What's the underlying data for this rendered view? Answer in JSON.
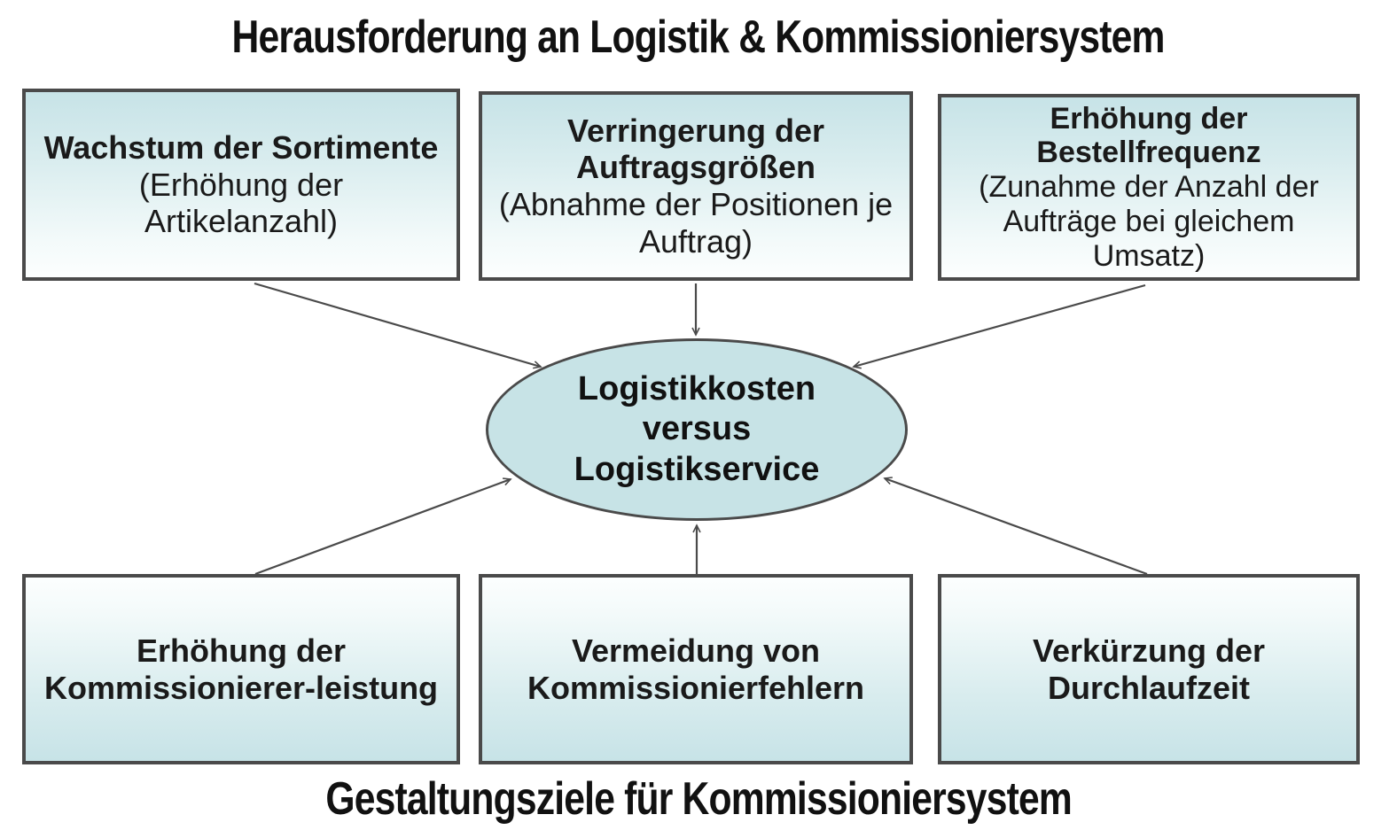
{
  "titles": {
    "top": "Herausforderung an Logistik & Kommissioniersystem",
    "bottom": "Gestaltungsziele für Kommissioniersystem"
  },
  "center_ellipse": {
    "text": "Logistikkosten\nversus\nLogistikservice"
  },
  "challenges": [
    {
      "bold": "Wachstum der Sortimente",
      "normal": "(Erhöhung der Artikelanzahl)"
    },
    {
      "bold": "Verringerung der Auftragsgrößen",
      "normal": "(Abnahme der Positionen je Auftrag)"
    },
    {
      "bold": "Erhöhung der Bestellfrequenz",
      "normal": "(Zunahme der Anzahl der Aufträge bei gleichem Umsatz)"
    }
  ],
  "goals": [
    {
      "bold": "Erhöhung der Kommissionierer-leistung"
    },
    {
      "bold": "Vermeidung von Kommissionierfehlern"
    },
    {
      "bold": "Verkürzung der Durchlaufzeit"
    }
  ],
  "colors": {
    "box_fill_accent": "#c7e3e6",
    "box_fill_light": "#fcfefe",
    "box_border": "#4a4a4a",
    "arrow": "#4a4a4a",
    "text": "#111111",
    "background": "#ffffff"
  }
}
